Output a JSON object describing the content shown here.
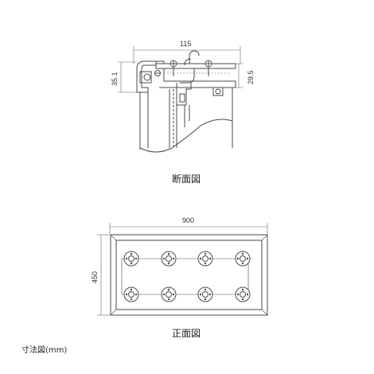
{
  "section_view": {
    "caption": "断面図",
    "dim_width": "115",
    "dim_left_height": "35.1",
    "dim_right_height": "29.5"
  },
  "front_view": {
    "caption": "正面図",
    "dim_width": "900",
    "dim_height": "450"
  },
  "footer_label": "寸法図(mm)",
  "colors": {
    "line": "#4a4a4a",
    "dim_line": "#555555",
    "hatch_fill": "#ffffff"
  }
}
